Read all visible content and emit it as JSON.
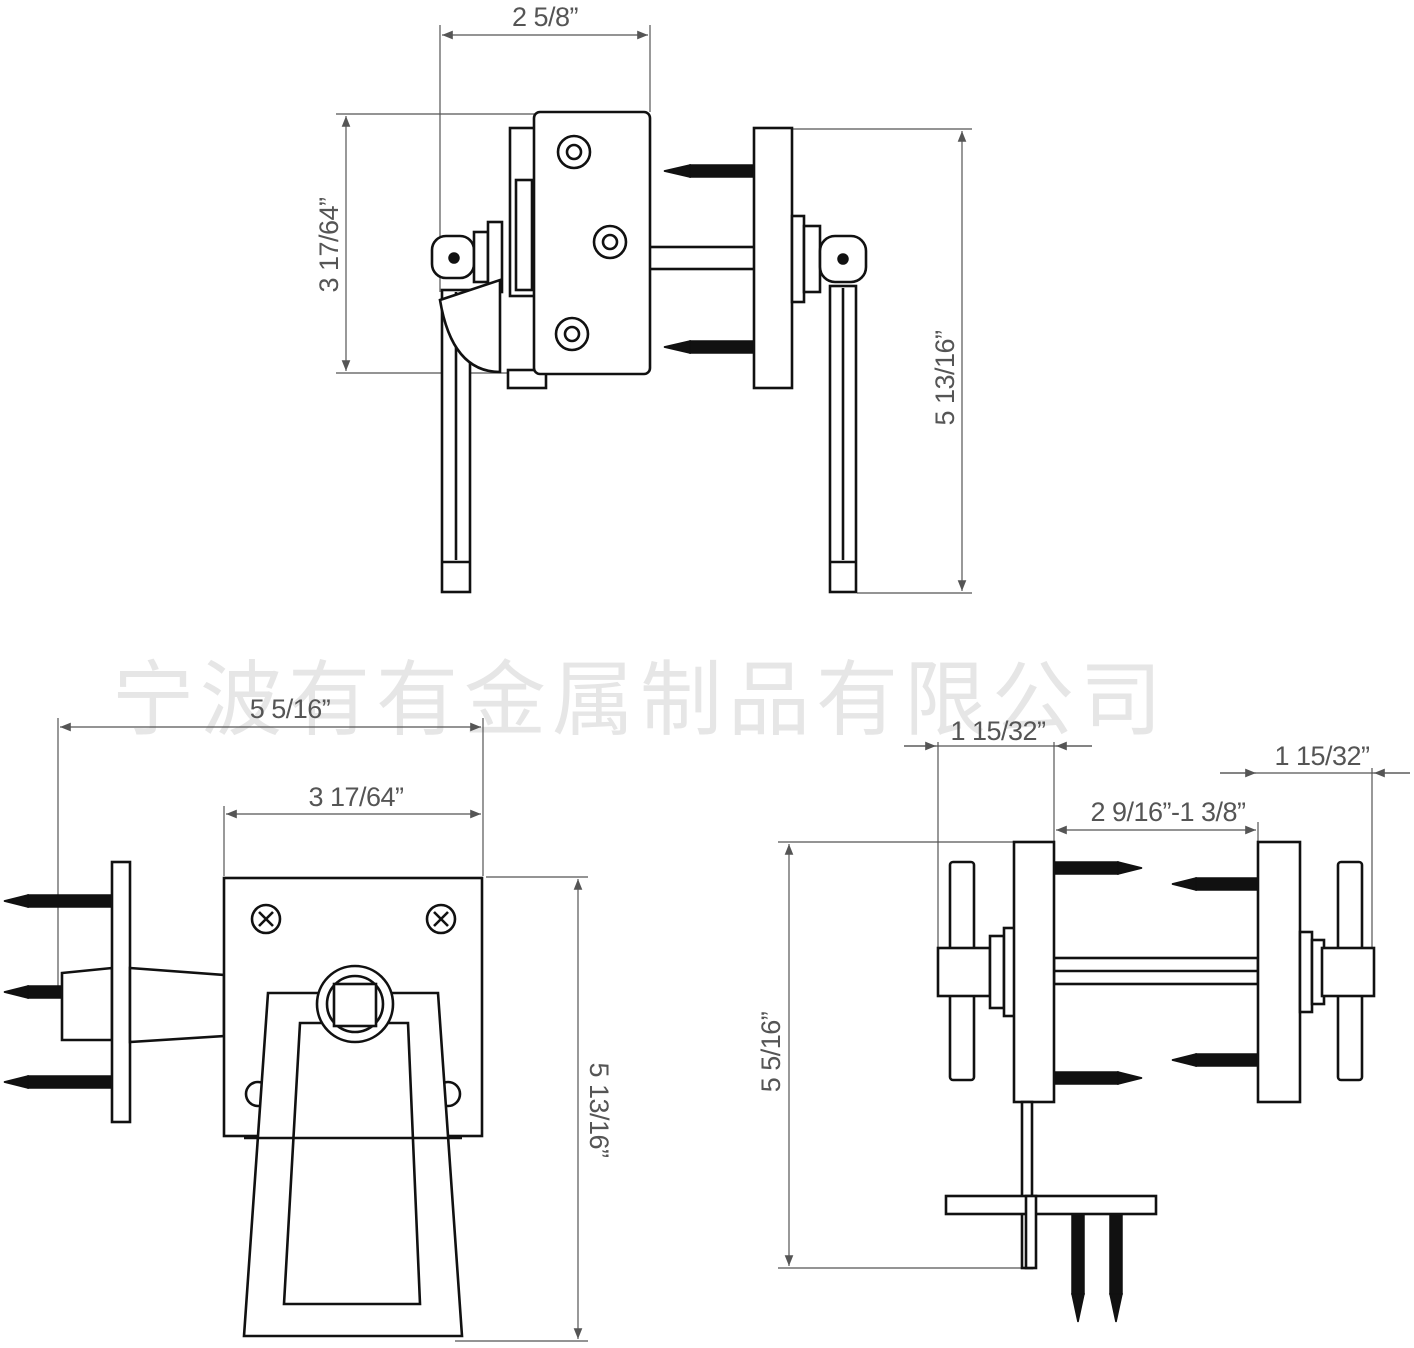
{
  "watermark": "宁波有有金属制品有限公司",
  "top_view": {
    "width_label": "2 5/8”",
    "height_label": "3 17/64”",
    "overall_height_label": "5 13/16”"
  },
  "front_view": {
    "overall_width_label": "5 5/16”",
    "plate_width_label": "3 17/64”",
    "height_label": "5 13/16”"
  },
  "side_view": {
    "left_offset_label": "1 15/32”",
    "door_range_label": "2 9/16”-1 3/8”",
    "right_offset_label": "1 15/32”",
    "height_label": "5 5/16”"
  },
  "colors": {
    "line": "#111111",
    "dimension": "#555555",
    "watermark": "#e6e6e6"
  }
}
